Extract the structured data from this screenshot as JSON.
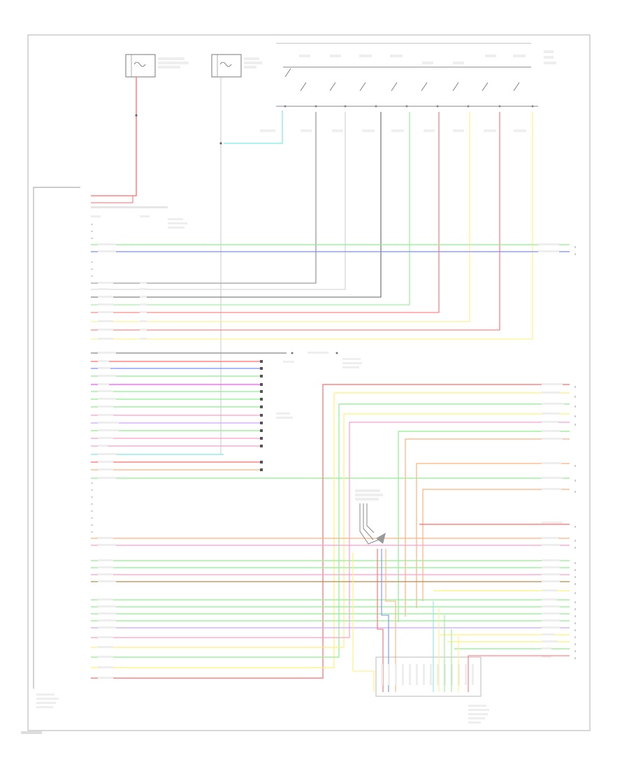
{
  "diagram": {
    "id": "wiring-diagram",
    "border": true,
    "page_footer_text": "",
    "colors": {
      "red": "#ff6b6b",
      "pink": "#ff9ec9",
      "green": "#8ef08e",
      "blue": "#7b8cff",
      "yellow": "#fff07a",
      "gray": "#8a8a8a",
      "cyan": "#7fe6e6",
      "magenta": "#ff4dff",
      "orange": "#ffb07a",
      "brown": "#b98a4a",
      "violet": "#c9a6ff",
      "black": "#555555",
      "light-gray": "#d0d0d0"
    },
    "components": [
      {
        "name": "fuse-block-1",
        "label_text": ""
      },
      {
        "name": "fuse-block-2",
        "label_text": ""
      },
      {
        "name": "switch-array",
        "label_text": ""
      },
      {
        "name": "main-module",
        "label_text": ""
      },
      {
        "name": "data-link-connector",
        "label_text": ""
      },
      {
        "name": "splice-pack",
        "label_text": ""
      }
    ]
  }
}
